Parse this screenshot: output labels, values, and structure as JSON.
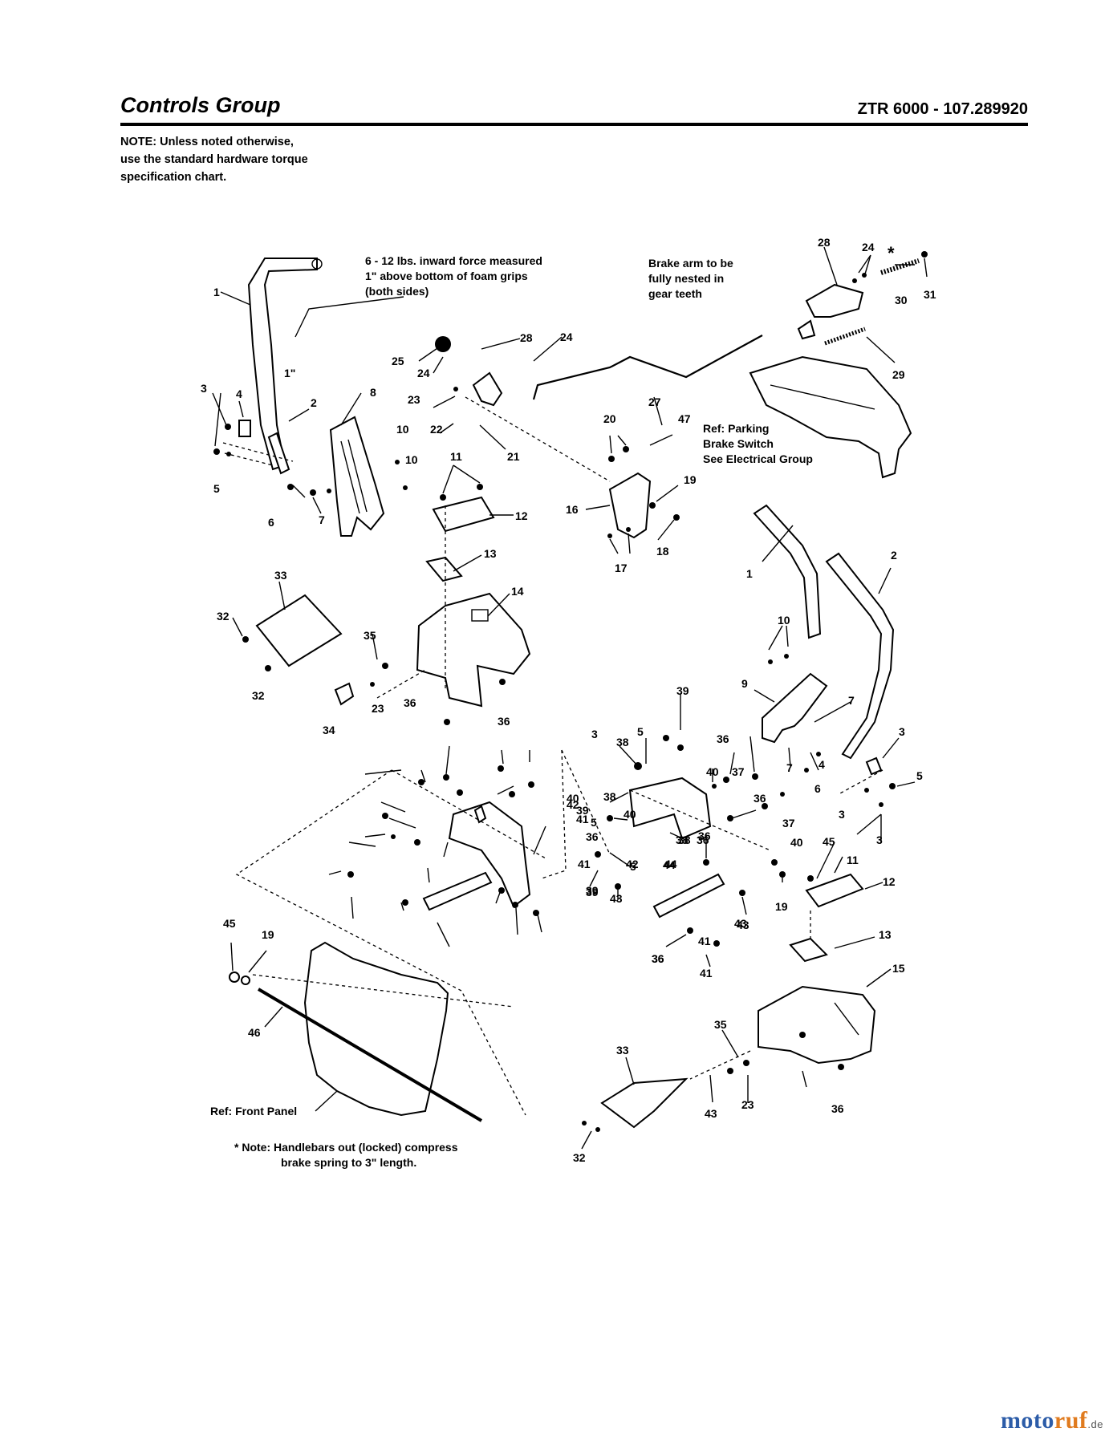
{
  "header": {
    "title": "Controls Group",
    "model": "ZTR 6000 - 107.289920"
  },
  "note": {
    "lines": [
      "NOTE: Unless noted otherwise,",
      "use the standard hardware torque",
      "specification chart."
    ]
  },
  "annotations": {
    "force": [
      "6 - 12 lbs. inward force measured",
      "1\" above bottom of foam grips",
      "(both sides)"
    ],
    "brake_arm": [
      "Brake arm to be",
      "fully nested in",
      "gear teeth"
    ],
    "parking": [
      "Ref: Parking",
      "Brake Switch",
      "See Electrical Group"
    ],
    "front_panel": "Ref: Front Panel",
    "inch": "1\"",
    "asterisk": "*",
    "handlebar_note": [
      "* Note: Handlebars out (locked) compress",
      "brake spring to 3\" length."
    ]
  },
  "part_labels": [
    "1",
    "2",
    "3",
    "4",
    "5",
    "6",
    "7",
    "8",
    "10",
    "10",
    "11",
    "12",
    "13",
    "14",
    "33",
    "32",
    "35",
    "32",
    "34",
    "23",
    "36",
    "36",
    "25",
    "24",
    "28",
    "24",
    "23",
    "22",
    "21",
    "27",
    "28",
    "24",
    "31",
    "30",
    "29",
    "20",
    "47",
    "19",
    "16",
    "17",
    "18",
    "1",
    "2",
    "10",
    "9",
    "7",
    "7",
    "6",
    "4",
    "3",
    "5",
    "3",
    "3",
    "39",
    "5",
    "38",
    "36",
    "40",
    "37",
    "36",
    "3",
    "38",
    "36",
    "40",
    "5",
    "39",
    "40",
    "42",
    "41",
    "38",
    "43",
    "39",
    "44",
    "41",
    "36",
    "43",
    "36",
    "42",
    "41",
    "37",
    "40",
    "45",
    "36",
    "38",
    "39",
    "5",
    "44",
    "43",
    "11",
    "19",
    "12",
    "13",
    "36",
    "41",
    "15",
    "35",
    "33",
    "43",
    "23",
    "36",
    "32",
    "45",
    "19",
    "46"
  ],
  "brand": {
    "part1": "moto",
    "part2": "ruf",
    "suffix": ".de"
  }
}
